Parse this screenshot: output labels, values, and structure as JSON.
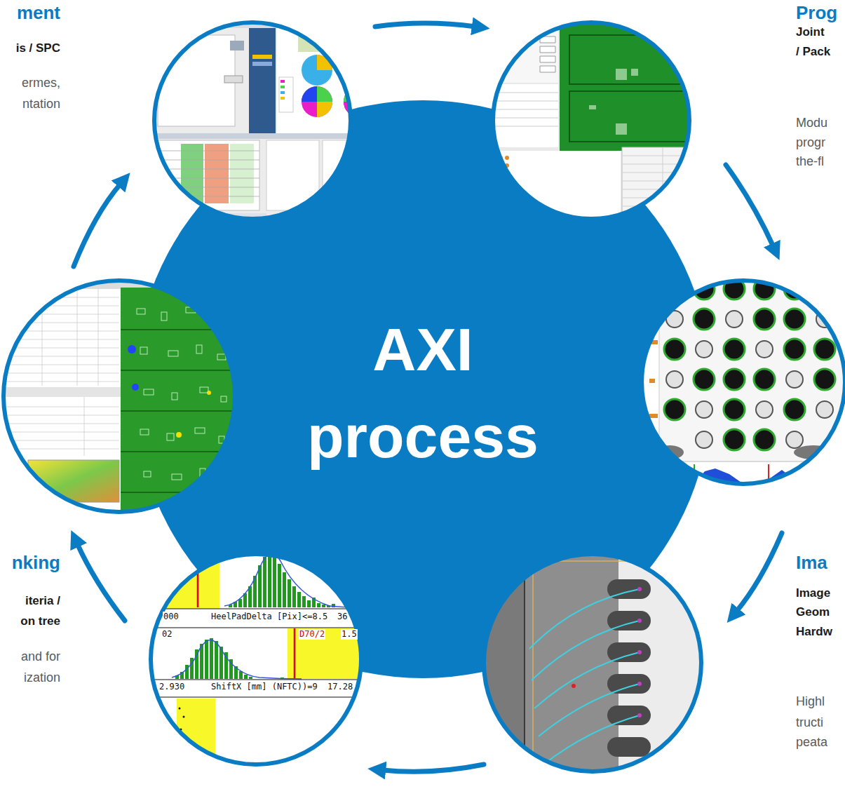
{
  "diagram": {
    "nodes": [
      {
        "text": [
          "AXI process"
        ]
      }
    ],
    "labels": [
      "ment",
      "is / SPC",
      "ermes,",
      "ntation",
      "Prog",
      "Joint",
      "/ Pack",
      "Modu",
      "progr",
      "the-fl",
      "Ima",
      "Image",
      "Geom",
      "Hardw",
      "nking",
      "iteria /",
      "on tree",
      "and for",
      "ization",
      "Highl",
      "tructi",
      "peata",
      "000",
      "HeelPadDelta [Pix]<=8.5",
      "36",
      "02",
      "D70/2",
      "1.5",
      "2.930",
      "ShiftX [mm] (NFTC))=9",
      "17.28"
    ]
  }
}
